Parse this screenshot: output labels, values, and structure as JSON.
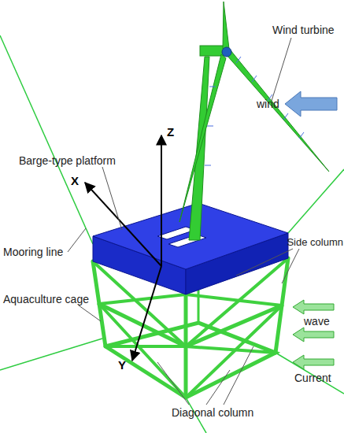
{
  "diagram": {
    "labels": [
      "Wind turbine",
      "wind",
      "Z",
      "Barge-type platform",
      "X",
      "Side column",
      "Mooring line",
      "Aquaculture cage",
      "wave",
      "Y",
      "Current",
      "Diagonal column"
    ]
  }
}
